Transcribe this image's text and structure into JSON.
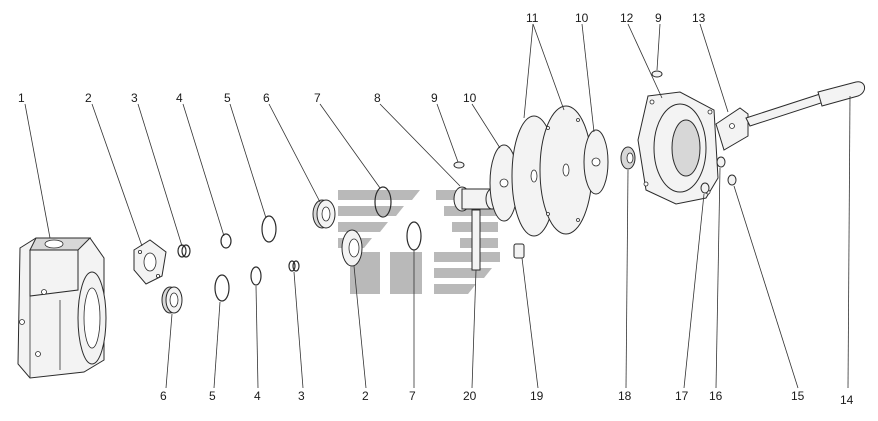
{
  "diagram": {
    "callouts_top": [
      "1",
      "2",
      "3",
      "4",
      "5",
      "6",
      "7",
      "8",
      "9",
      "10",
      "11",
      "10",
      "12",
      "9",
      "13"
    ],
    "callouts_bottom": [
      "6",
      "5",
      "4",
      "3",
      "2",
      "7",
      "20",
      "19",
      "18",
      "17",
      "16",
      "15",
      "14"
    ]
  },
  "colors": {
    "line": "#2b2b2b",
    "fill": "#f3f3f3",
    "shade": "#d7d7d7",
    "watermark": "#b9b9b9"
  }
}
